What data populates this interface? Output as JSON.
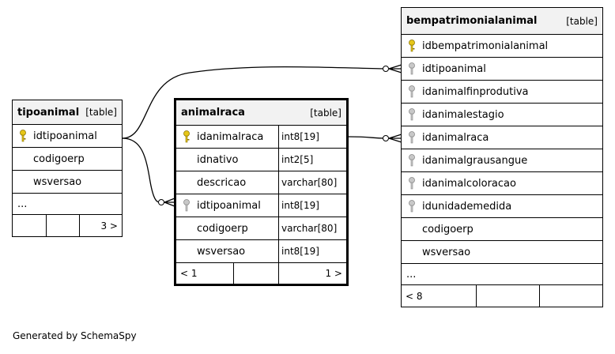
{
  "tables": {
    "tipoanimal": {
      "name": "tipoanimal",
      "kind": "[table]",
      "columns": [
        {
          "name": "idtipoanimal",
          "key": "primary"
        },
        {
          "name": "codigoerp",
          "key": "none"
        },
        {
          "name": "wsversao",
          "key": "none"
        }
      ],
      "more": "...",
      "footer": [
        "",
        "",
        "3 >"
      ]
    },
    "animalraca": {
      "name": "animalraca",
      "kind": "[table]",
      "columns": [
        {
          "name": "idanimalraca",
          "type": "int8[19]",
          "key": "primary"
        },
        {
          "name": "idnativo",
          "type": "int2[5]",
          "key": "none"
        },
        {
          "name": "descricao",
          "type": "varchar[80]",
          "key": "none"
        },
        {
          "name": "idtipoanimal",
          "type": "int8[19]",
          "key": "foreign"
        },
        {
          "name": "codigoerp",
          "type": "varchar[80]",
          "key": "none"
        },
        {
          "name": "wsversao",
          "type": "int8[19]",
          "key": "none"
        }
      ],
      "footer": [
        "< 1",
        "",
        "1 >"
      ]
    },
    "bempatrimonialanimal": {
      "name": "bempatrimonialanimal",
      "kind": "[table]",
      "columns": [
        {
          "name": "idbempatrimonialanimal",
          "key": "primary"
        },
        {
          "name": "idtipoanimal",
          "key": "foreign"
        },
        {
          "name": "idanimalfinprodutiva",
          "key": "foreign"
        },
        {
          "name": "idanimalestagio",
          "key": "foreign"
        },
        {
          "name": "idanimalraca",
          "key": "foreign"
        },
        {
          "name": "idanimalgrausangue",
          "key": "foreign"
        },
        {
          "name": "idanimalcoloracao",
          "key": "foreign"
        },
        {
          "name": "idunidademedida",
          "key": "foreign"
        },
        {
          "name": "codigoerp",
          "key": "none"
        },
        {
          "name": "wsversao",
          "key": "none"
        }
      ],
      "more": "...",
      "footer": [
        "< 8",
        "",
        ""
      ]
    }
  },
  "credit": "Generated by SchemaSpy",
  "colors": {
    "primary_key": "#e6c619",
    "foreign_key": "#b8b8b8"
  }
}
